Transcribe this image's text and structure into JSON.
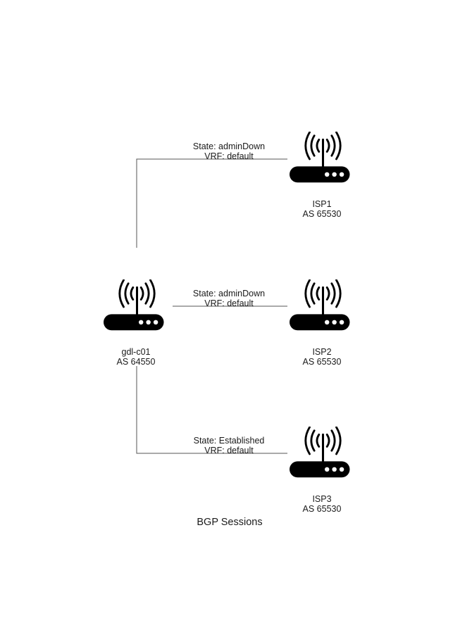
{
  "title": "BGP Sessions",
  "local_router": {
    "name": "gdl-c01",
    "as": "AS 64550",
    "icon": "router-icon"
  },
  "peers": [
    {
      "name": "ISP1",
      "as": "AS 65530",
      "state": "State: adminDown",
      "vrf": "VRF: default",
      "icon": "router-icon"
    },
    {
      "name": "ISP2",
      "as": "AS 65530",
      "state": "State: adminDown",
      "vrf": "VRF: default",
      "icon": "router-icon"
    },
    {
      "name": "ISP3",
      "as": "AS 65530",
      "state": "State: Established",
      "vrf": "VRF: default",
      "icon": "router-icon"
    }
  ],
  "colors": {
    "icon": "#000000",
    "connector": "#555555",
    "text": "#1a1a1a"
  }
}
